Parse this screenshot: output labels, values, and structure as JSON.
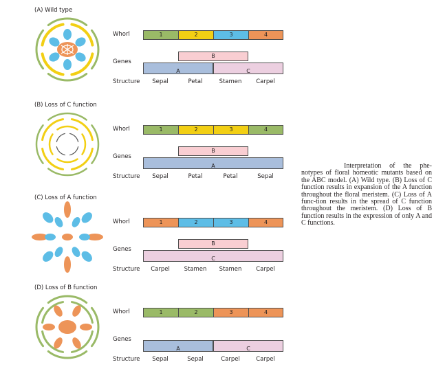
{
  "colors": {
    "sepal": "#9aba67",
    "petal": "#f2cf14",
    "stamen": "#5dbde6",
    "carpel": "#ed9458",
    "gene_A": "#a9bedc",
    "gene_B": "#f9ced2",
    "gene_C": "#eccfe0",
    "outline": "#4d4d4d"
  },
  "labels": {
    "whorl": "Whorl",
    "genes": "Genes",
    "structure": "Structure"
  },
  "panels": [
    {
      "title": "(A) Wild type",
      "whorls": [
        {
          "n": "1",
          "organ": "sepal"
        },
        {
          "n": "2",
          "organ": "petal"
        },
        {
          "n": "3",
          "organ": "stamen"
        },
        {
          "n": "4",
          "organ": "carpel"
        }
      ],
      "genes": [
        {
          "name": "B",
          "row": "upper",
          "from": 2,
          "to": 3
        },
        {
          "name": "A",
          "row": "lower",
          "from": 1,
          "to": 2
        },
        {
          "name": "C",
          "row": "lower",
          "from": 3,
          "to": 4
        }
      ],
      "structures": [
        "Sepal",
        "Petal",
        "Stamen",
        "Carpel"
      ]
    },
    {
      "title": "(B) Loss of C function",
      "whorls": [
        {
          "n": "1",
          "organ": "sepal"
        },
        {
          "n": "2",
          "organ": "petal"
        },
        {
          "n": "3",
          "organ": "petal"
        },
        {
          "n": "4",
          "organ": "sepal"
        }
      ],
      "genes": [
        {
          "name": "B",
          "row": "upper",
          "from": 2,
          "to": 3
        },
        {
          "name": "A",
          "row": "lower",
          "from": 1,
          "to": 4
        }
      ],
      "structures": [
        "Sepal",
        "Petal",
        "Petal",
        "Sepal"
      ]
    },
    {
      "title": "(C) Loss of A function",
      "whorls": [
        {
          "n": "1",
          "organ": "carpel"
        },
        {
          "n": "2",
          "organ": "stamen"
        },
        {
          "n": "3",
          "organ": "stamen"
        },
        {
          "n": "4",
          "organ": "carpel"
        }
      ],
      "genes": [
        {
          "name": "B",
          "row": "upper",
          "from": 2,
          "to": 3
        },
        {
          "name": "C",
          "row": "lower",
          "from": 1,
          "to": 4
        }
      ],
      "structures": [
        "Carpel",
        "Stamen",
        "Stamen",
        "Carpel"
      ]
    },
    {
      "title": "(D) Loss of B function",
      "whorls": [
        {
          "n": "1",
          "organ": "sepal"
        },
        {
          "n": "2",
          "organ": "sepal"
        },
        {
          "n": "3",
          "organ": "carpel"
        },
        {
          "n": "4",
          "organ": "carpel"
        }
      ],
      "genes": [
        {
          "name": "A",
          "row": "lower",
          "from": 1,
          "to": 2
        },
        {
          "name": "C",
          "row": "lower",
          "from": 3,
          "to": 4
        }
      ],
      "structures": [
        "Sepal",
        "Sepal",
        "Carpel",
        "Carpel"
      ]
    }
  ],
  "caption": {
    "first": "Interpretation of the phe-",
    "rest": "notypes of floral homeotic mutants based on the ABC model. (A) Wild type. (B) Loss of C function results in expansion of the A function throughout the floral meristem. (C) Loss of A func-tion results in the spread of C function throughout the meristem. (D) Loss of B function results in the expression of only A and C functions."
  }
}
